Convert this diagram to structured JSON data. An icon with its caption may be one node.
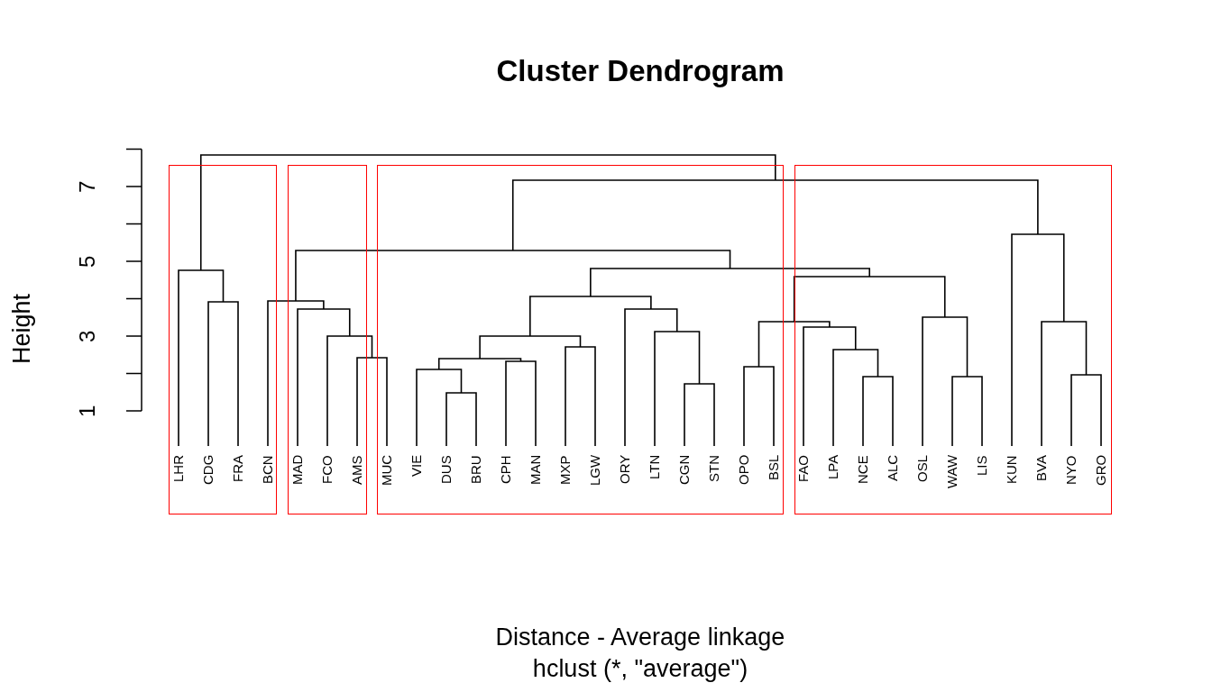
{
  "diagram": {
    "title": "Cluster Dendrogram",
    "caption": "hclust (*, \"average\")",
    "nodes": [
      {
        "text": [],
        "shape": "box"
      },
      {
        "text": [
          "LHR"
        ],
        "in": 0
      },
      {
        "text": [
          "CDG"
        ],
        "in": 0
      },
      {
        "text": [
          "FRA"
        ],
        "in": 0
      },
      {
        "text": [
          "BCN"
        ],
        "in": 0
      },
      {
        "text": [],
        "shape": "box"
      },
      {
        "text": [
          "MAD"
        ],
        "in": 5
      },
      {
        "text": [
          "FCO"
        ],
        "in": 5
      },
      {
        "text": [
          "AMS"
        ],
        "in": 5
      },
      {
        "text": [],
        "shape": "box"
      },
      {
        "text": [
          "MUC"
        ],
        "in": 9
      },
      {
        "text": [
          "VIE"
        ],
        "in": 9
      },
      {
        "text": [
          "DUS"
        ],
        "in": 9
      },
      {
        "text": [
          "BRU"
        ],
        "in": 9
      },
      {
        "text": [
          "CPH"
        ],
        "in": 9
      },
      {
        "text": [
          "MAN"
        ],
        "in": 9
      },
      {
        "text": [
          "MXP"
        ],
        "in": 9
      },
      {
        "text": [
          "LGW"
        ],
        "in": 9
      },
      {
        "text": [
          "ORY"
        ],
        "in": 9
      },
      {
        "text": [
          "LTN"
        ],
        "in": 9
      },
      {
        "text": [
          "CGN"
        ],
        "in": 9
      },
      {
        "text": [
          "STN"
        ],
        "in": 9
      },
      {
        "text": [
          "OPO"
        ],
        "in": 9
      },
      {
        "text": [
          "BSL"
        ],
        "in": 9
      },
      {
        "text": [],
        "shape": "box"
      },
      {
        "text": [
          "FAO"
        ],
        "in": 24
      },
      {
        "text": [
          "LPA"
        ],
        "in": 24
      },
      {
        "text": [
          "NCE"
        ],
        "in": 24
      },
      {
        "text": [
          "ALC"
        ],
        "in": 24
      },
      {
        "text": [
          "OSL"
        ],
        "in": 24
      },
      {
        "text": [
          "WAW"
        ],
        "in": 24
      },
      {
        "text": [
          "LIS"
        ],
        "in": 24
      },
      {
        "text": [
          "KUN"
        ],
        "in": 24
      },
      {
        "text": [
          "BVA"
        ],
        "in": 24
      },
      {
        "text": [
          "NYO"
        ],
        "in": 24
      },
      {
        "text": [
          "GRO"
        ],
        "in": 24
      }
    ],
    "labels": [
      "Height",
      "1",
      "3",
      "5",
      "7",
      "Distance - Average linkage"
    ]
  }
}
